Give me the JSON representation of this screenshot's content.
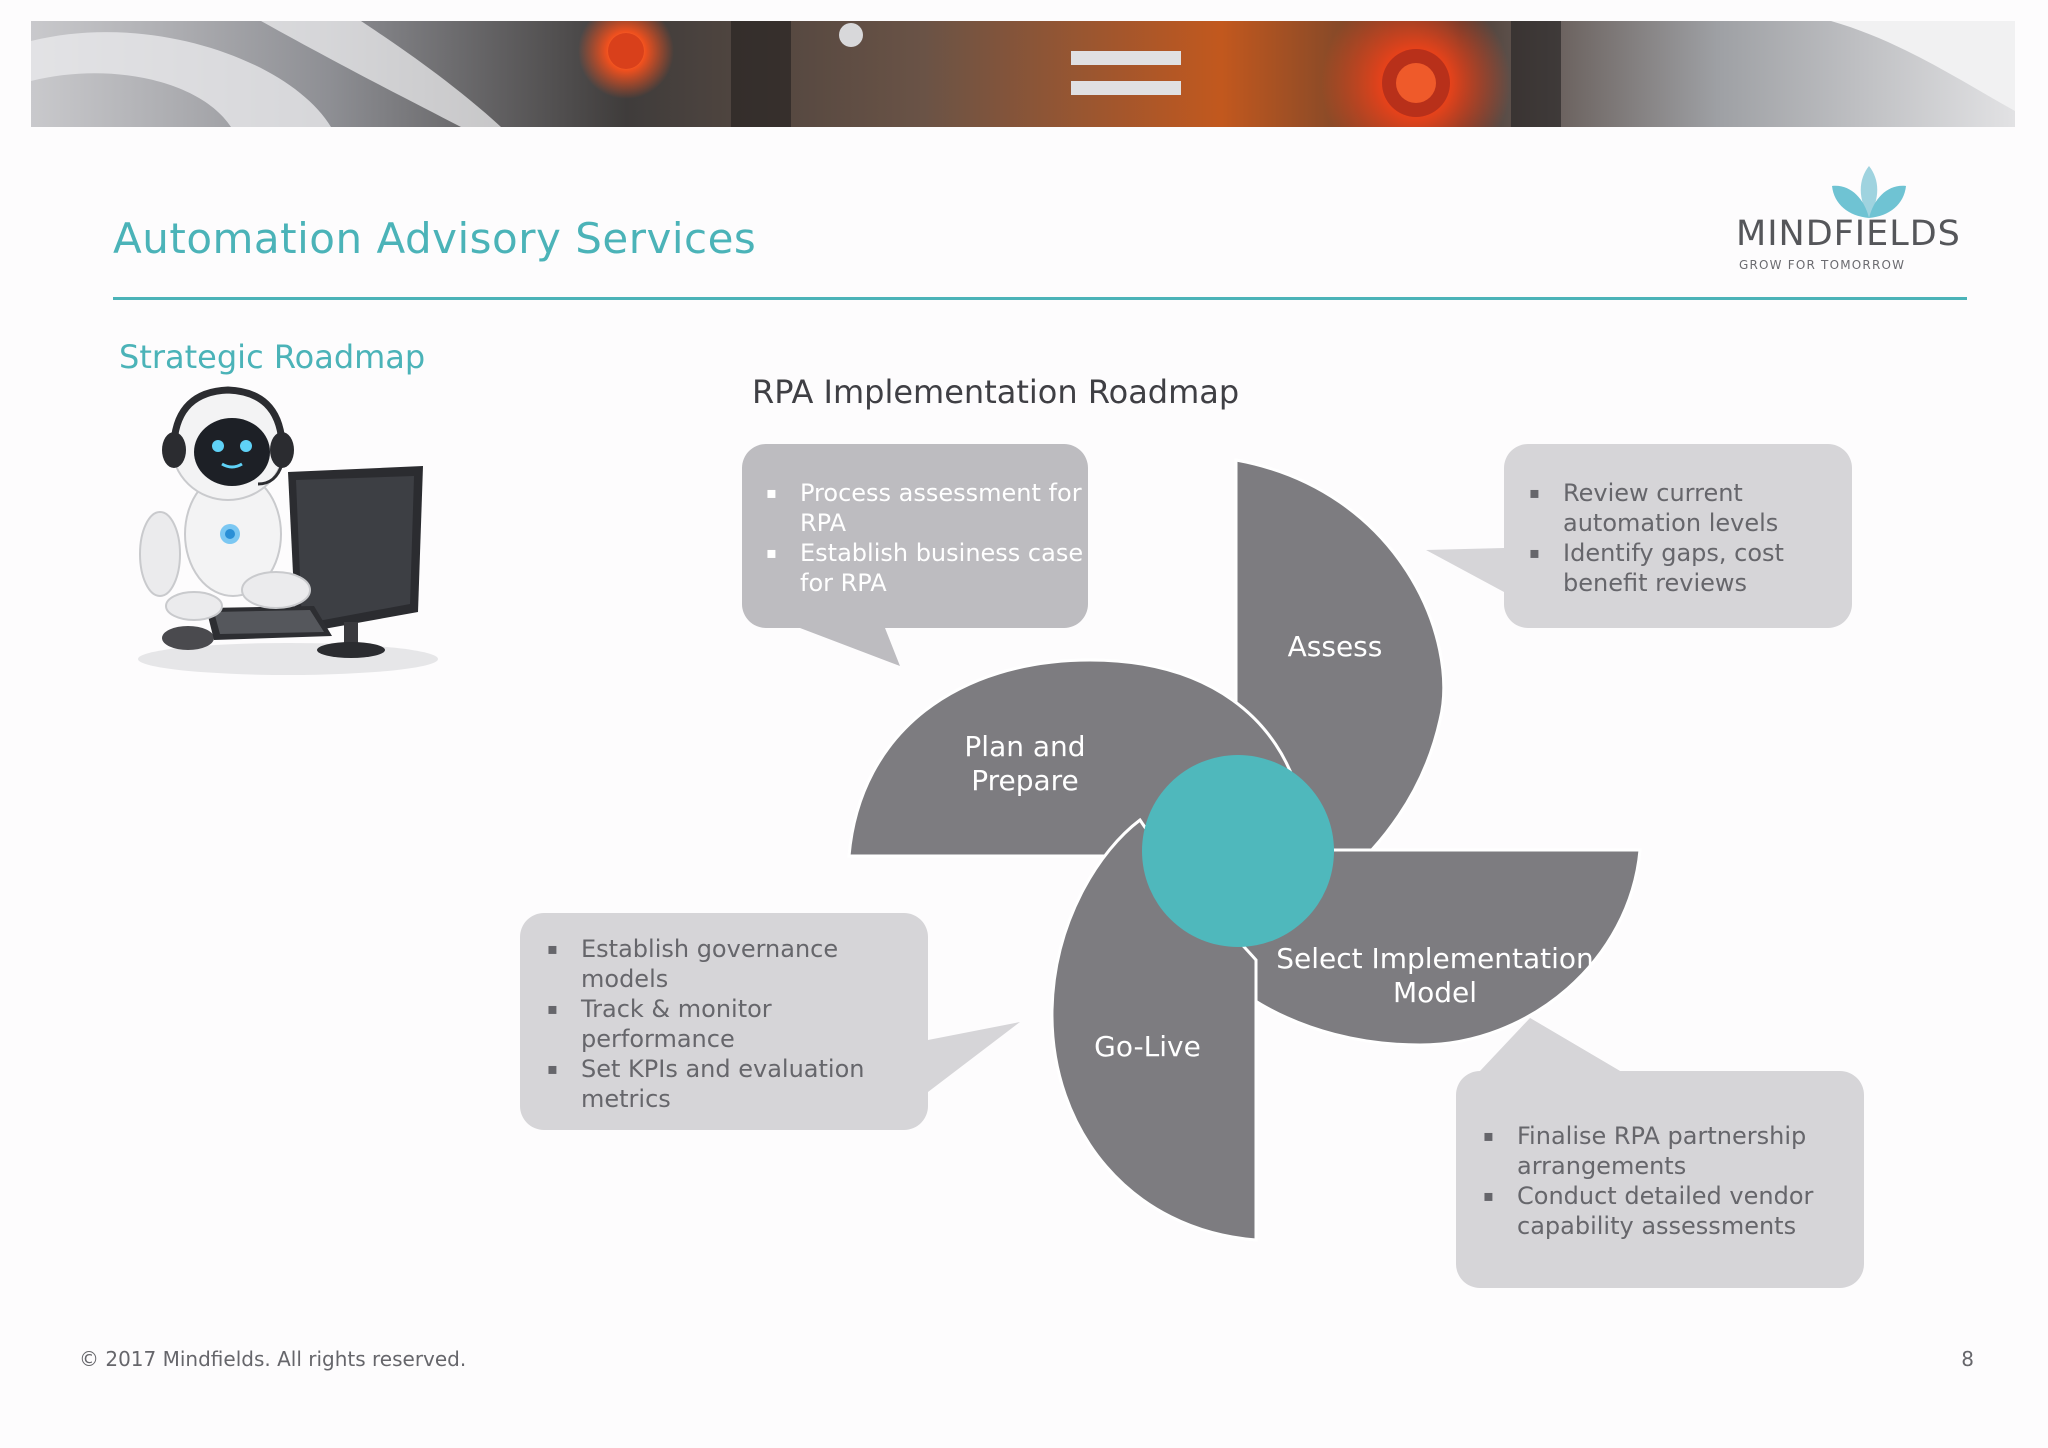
{
  "header": {
    "title": "Automation Advisory Services",
    "logo_name": "MINDFIELDS",
    "logo_tagline": "GROW FOR TOMORROW"
  },
  "section": {
    "heading": "Strategic Roadmap"
  },
  "diagram": {
    "title": "RPA Implementation Roadmap",
    "phases": {
      "assess": "Assess",
      "plan_line1": "Plan and",
      "plan_line2": "Prepare",
      "select_line1": "Select Implementation",
      "select_line2": "Model",
      "golive": "Go-Live"
    },
    "callouts": {
      "plan": [
        "Process assessment for RPA",
        "Establish business case for RPA"
      ],
      "assess": [
        "Review current automation levels",
        "Identify gaps, cost benefit reviews"
      ],
      "golive": [
        "Establish governance models",
        "Track & monitor performance",
        "Set KPIs and evaluation metrics"
      ],
      "select": [
        "Finalise RPA partnership arrangements",
        "Conduct detailed vendor capability assessments"
      ]
    }
  },
  "footer": {
    "copyright": "© 2017  Mindfields. All rights reserved.",
    "page_number": "8"
  },
  "colors": {
    "accent": "#4bb3b8",
    "petal": "#7d7c80",
    "bubble_light": "#d6d5d8",
    "bubble_mid": "#bdbcc0"
  }
}
